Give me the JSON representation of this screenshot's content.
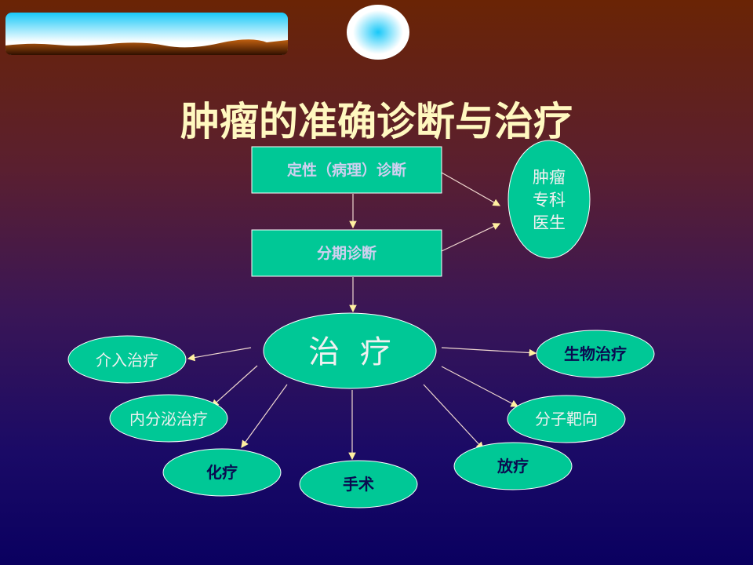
{
  "title": "肿瘤的准确诊断与治疗",
  "boxes": {
    "qualitative": "定性（病理）诊断",
    "staging": "分期诊断"
  },
  "doctor": [
    "肿瘤",
    "专科",
    "医生"
  ],
  "center": "治  疗",
  "treatments": {
    "interventional": "介入治疗",
    "endocrine": "内分泌治疗",
    "chemo": "化疗",
    "surgery": "手术",
    "radiation": "放疗",
    "targeted": "分子靶向",
    "biological": "生物治疗"
  },
  "colors": {
    "node": "#00c896",
    "title": "#fff8c0",
    "box_text": "#d0d0f0",
    "dark_text": "#0a0a50"
  }
}
